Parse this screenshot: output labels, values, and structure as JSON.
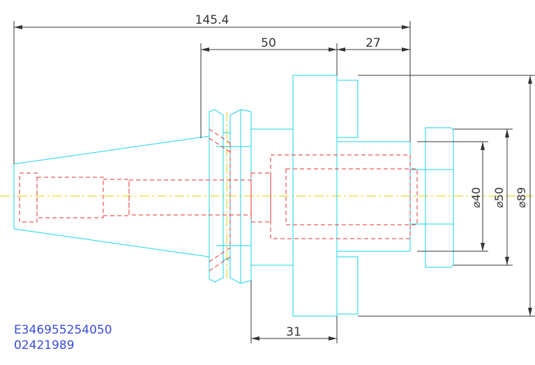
{
  "dimensions": {
    "overall_length": "145.4",
    "flange_length": "50",
    "collar_length": "27",
    "shoulder_length": "31",
    "bore_diameter": "⌀40",
    "body_diameter": "⌀50",
    "flange_diameter": "⌀89"
  },
  "part": {
    "number": "E346955254050",
    "code": "02421989"
  },
  "colors": {
    "outline": "#19d3e6",
    "hidden": "#e63030",
    "centerline": "#e0d000",
    "dimension": "#333333",
    "part_text": "#3a4bd6"
  }
}
